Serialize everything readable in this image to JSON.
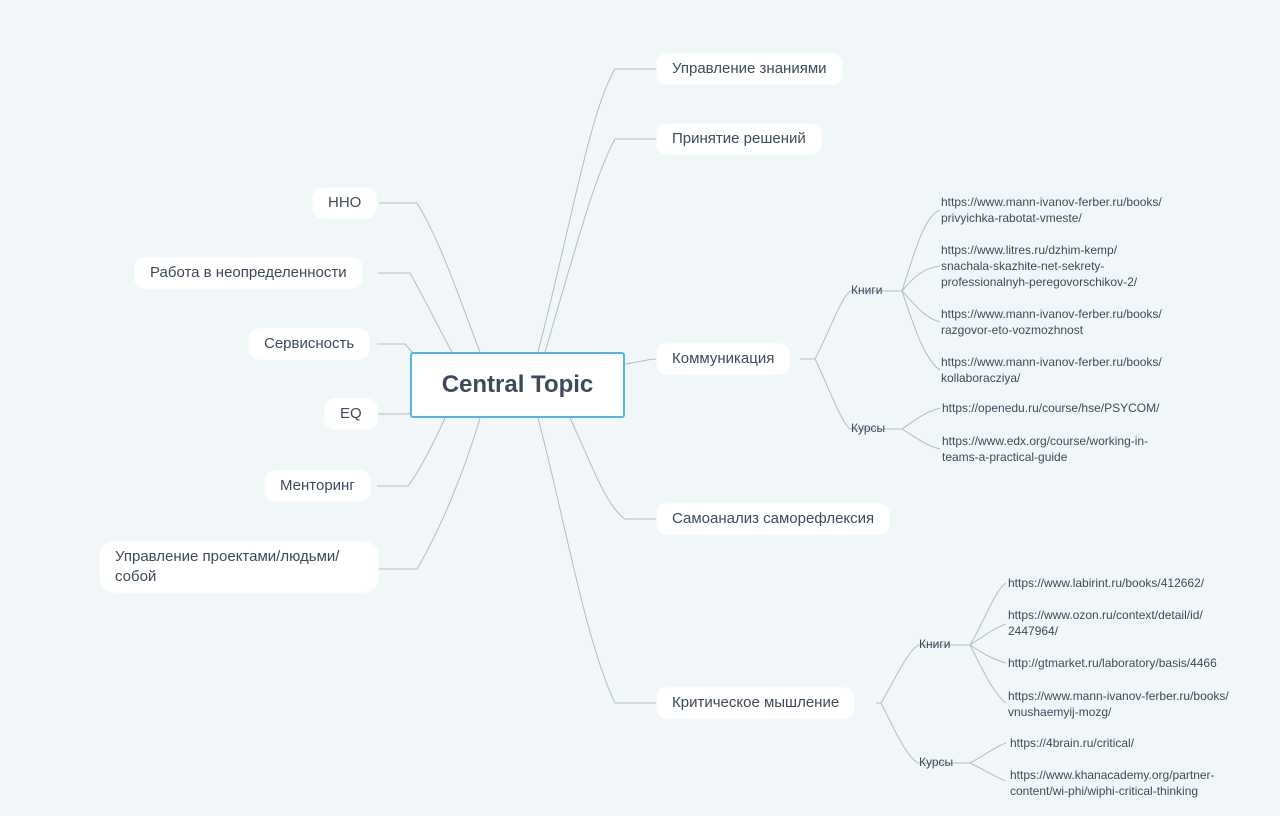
{
  "central": "Central Topic",
  "right": {
    "knowledge": "Управление знаниями",
    "decisions": "Принятие решений",
    "communication": "Коммуникация",
    "selfanalysis": "Самоанализ саморефлексия",
    "critical": "Критическое мышление"
  },
  "left": {
    "nno": "ННО",
    "uncertainty": "Работа в неопределенности",
    "service": "Сервисность",
    "eq": "EQ",
    "mentoring": "Менторинг",
    "projects": "Управление проектами/людьми/ собой"
  },
  "communication": {
    "books_label": "Книги",
    "courses_label": "Курсы",
    "books": [
      "https://www.mann-ivanov-ferber.ru/books/\nprivyichka-rabotat-vmeste/",
      "https://www.litres.ru/dzhim-kemp/\nsnachala-skazhite-net-sekrety-\nprofessionalnyh-peregovorschikov-2/",
      "https://www.mann-ivanov-ferber.ru/books/\nrazgovor-eto-vozmozhnost",
      "https://www.mann-ivanov-ferber.ru/books/\nkollaboracziya/"
    ],
    "courses": [
      "https://openedu.ru/course/hse/PSYCOM/",
      "https://www.edx.org/course/working-in-\nteams-a-practical-guide"
    ]
  },
  "critical": {
    "books_label": "Книги",
    "courses_label": "Курсы",
    "books": [
      "https://www.labirint.ru/books/412662/",
      "https://www.ozon.ru/context/detail/id/\n2447964/",
      "http://gtmarket.ru/laboratory/basis/4466",
      "https://www.mann-ivanov-ferber.ru/books/\nvnushaemyij-mozg/"
    ],
    "courses": [
      "https://4brain.ru/critical/",
      "https://www.khanacademy.org/partner-\ncontent/wi-phi/wiphi-critical-thinking"
    ]
  }
}
